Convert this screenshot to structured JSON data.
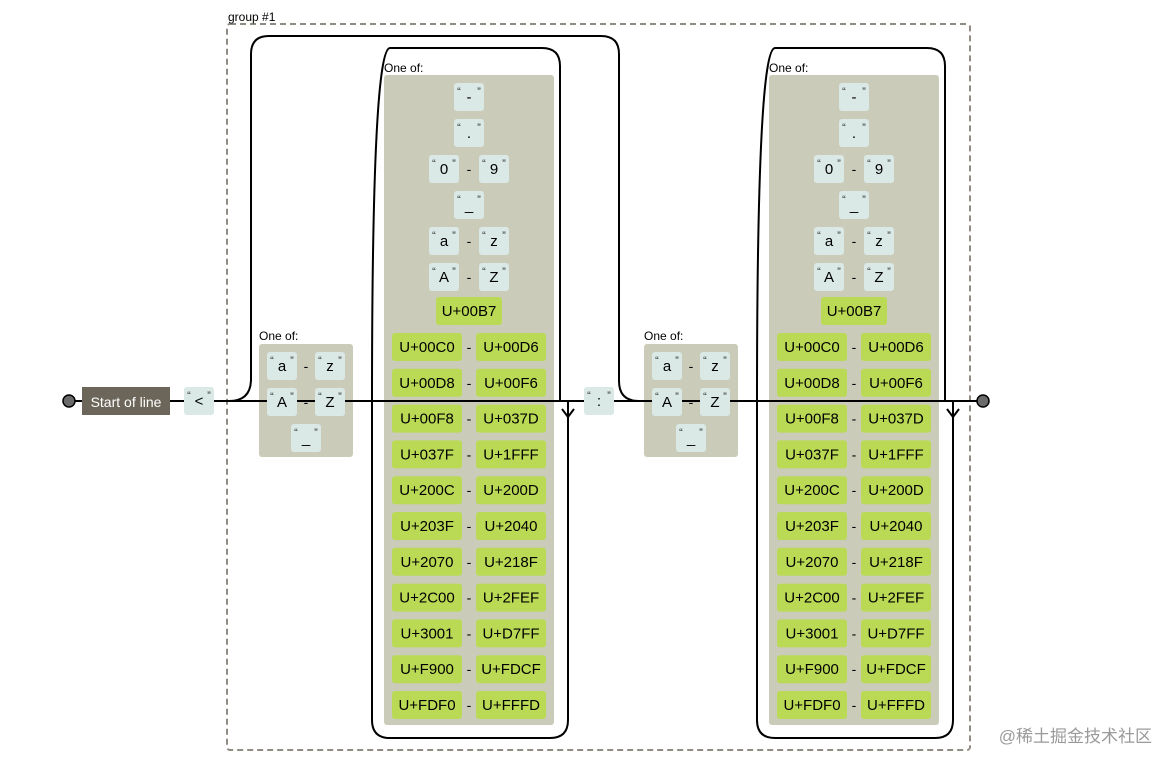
{
  "anchor": {
    "label": "Start of line"
  },
  "group": {
    "label": "group #1"
  },
  "one_of_label": "One of:",
  "prefix_literal": "<",
  "separator_literal": ":",
  "dash": "-",
  "quote_open": "“",
  "quote_close": "”",
  "name_start_class": {
    "items": [
      {
        "from": "a",
        "to": "z"
      },
      {
        "from": "A",
        "to": "Z"
      },
      {
        "single": "_"
      }
    ]
  },
  "name_char_class": {
    "literal_items": [
      {
        "single": "-"
      },
      {
        "single": "."
      },
      {
        "from": "0",
        "to": "9"
      },
      {
        "single": "_"
      },
      {
        "from": "a",
        "to": "z"
      },
      {
        "from": "A",
        "to": "Z"
      }
    ],
    "codepoint_single": "U+00B7",
    "codepoint_ranges": [
      {
        "from": "U+00C0",
        "to": "U+00D6"
      },
      {
        "from": "U+00D8",
        "to": "U+00F6"
      },
      {
        "from": "U+00F8",
        "to": "U+037D"
      },
      {
        "from": "U+037F",
        "to": "U+1FFF"
      },
      {
        "from": "U+200C",
        "to": "U+200D"
      },
      {
        "from": "U+203F",
        "to": "U+2040"
      },
      {
        "from": "U+2070",
        "to": "U+218F"
      },
      {
        "from": "U+2C00",
        "to": "U+2FEF"
      },
      {
        "from": "U+3001",
        "to": "U+D7FF"
      },
      {
        "from": "U+F900",
        "to": "U+FDCF"
      },
      {
        "from": "U+FDF0",
        "to": "U+FFFD"
      }
    ]
  },
  "watermark": "@稀土掘金技术社区",
  "colors": {
    "anchor": "#6b6659",
    "class_bg": "#cbcbba",
    "literal_bg": "#dae9e5",
    "codepoint_bg": "#bada55",
    "line": "#000000",
    "group_border": "#908c83",
    "terminal": "#6b6b6b"
  }
}
